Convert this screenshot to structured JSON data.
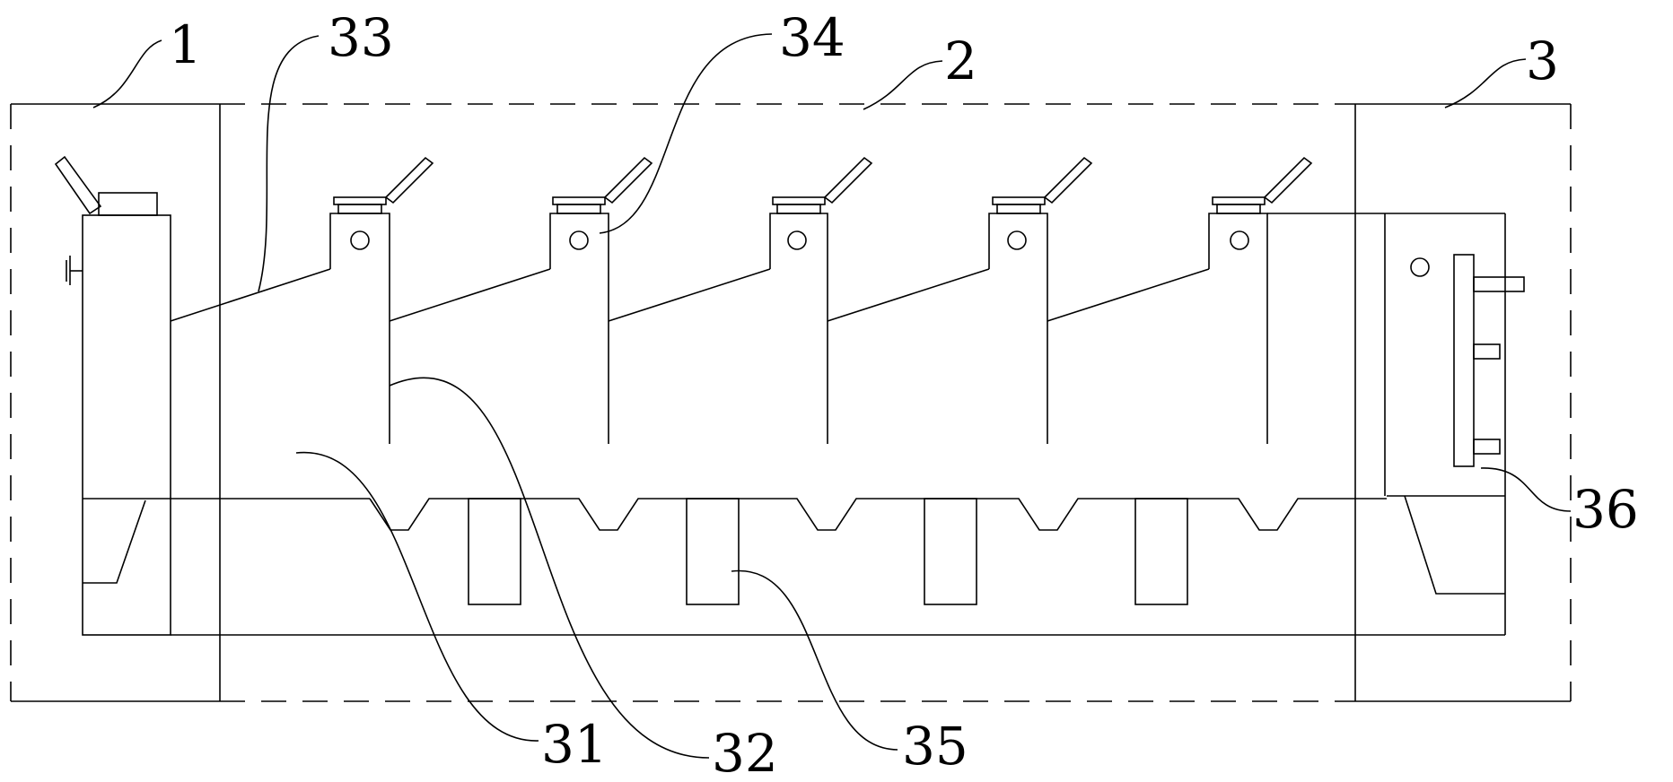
{
  "labels": {
    "l1": "1",
    "l2": "2",
    "l3": "3",
    "l31": "31",
    "l32": "32",
    "l33": "33",
    "l34": "34",
    "l35": "35",
    "l36": "36"
  }
}
